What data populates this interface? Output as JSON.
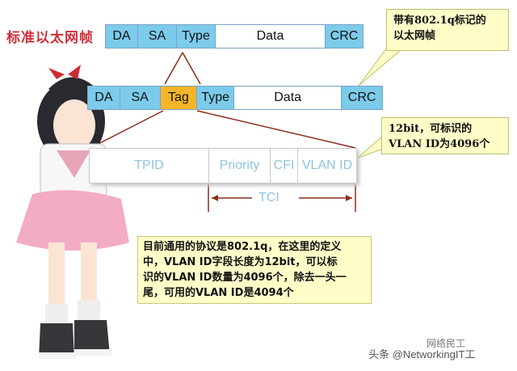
{
  "plain_frame": {
    "label": "标准以太网帧",
    "fields": [
      "DA",
      "SA",
      "Type",
      "Data",
      "CRC"
    ]
  },
  "tagged_frame": {
    "fields": [
      "DA",
      "SA",
      "Tag",
      "Type",
      "Data",
      "CRC"
    ]
  },
  "callout_tagged": {
    "line1": "带有802.1q标记的",
    "line2": "以太网帧"
  },
  "callout_bits": {
    "line1": "12bit，可标识的",
    "line2": "VLAN ID为4096个"
  },
  "tag_fields": [
    "TPID",
    "Priority",
    "CFI",
    "VLAN ID"
  ],
  "tci_label": "TCI",
  "note": {
    "line1": "目前通用的协议是802.1q，在这里的定义",
    "line2": "中，VLAN ID字段长度为12bit，可以标",
    "line3": "识的VLAN ID数量为4096个，除去一头一",
    "line4": "尾，可用的VLAN ID是4094个"
  },
  "watermark": "头条 @NetworkingIT工",
  "watermark2": "网络民工",
  "colors": {
    "field_blue": "#7ccbea",
    "tag_orange": "#f5b52a",
    "callout_bg": "#fffdc8",
    "arrow_brown": "#8b2d1a",
    "light_blue_text": "#8fc3e6"
  }
}
